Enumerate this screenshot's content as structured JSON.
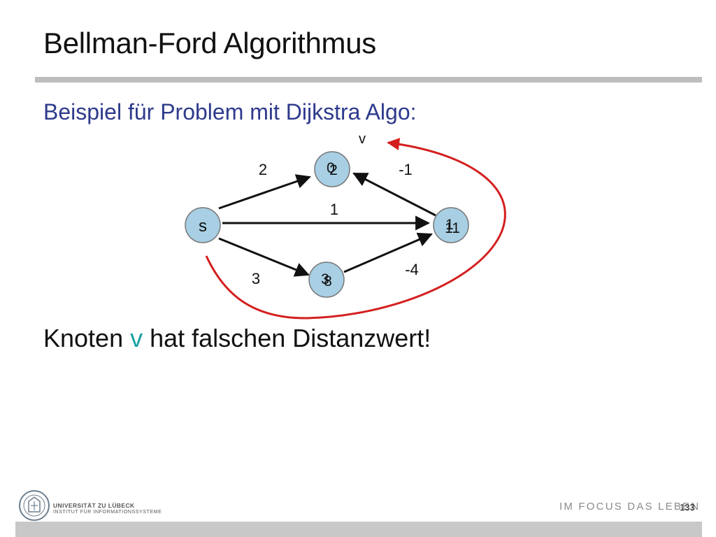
{
  "slide": {
    "title": "Bellman-Ford Algorithmus",
    "subtitle": "Beispiel für Problem mit Dijkstra Algo:",
    "statement_before": "Knoten ",
    "statement_accent": "v",
    "statement_after": " hat falschen Distanzwert!",
    "page_number": "133"
  },
  "footer": {
    "university": "UNIVERSITÄT ZU LÜBECK",
    "institute": "INSTITUT FÜR INFORMATIONSSYSTEME",
    "tagline": "IM FOCUS DAS LEBEN"
  },
  "graph": {
    "nodes": [
      {
        "id": "s",
        "label": "s",
        "values": []
      },
      {
        "id": "v",
        "label": "v",
        "values": [
          "0",
          "2"
        ]
      },
      {
        "id": "t",
        "label": "",
        "values": [
          "1",
          "11"
        ]
      },
      {
        "id": "u",
        "label": "",
        "values": [
          "3",
          "8"
        ]
      }
    ],
    "edges": [
      {
        "from": "s",
        "to": "v",
        "weight": "2"
      },
      {
        "from": "t",
        "to": "v",
        "weight": "-1"
      },
      {
        "from": "s",
        "to": "t",
        "weight": "1"
      },
      {
        "from": "s",
        "to": "u",
        "weight": "3"
      },
      {
        "from": "u",
        "to": "t",
        "weight": "-4"
      }
    ],
    "colors": {
      "node_fill": "#a8cfe4",
      "node_stroke": "#777777",
      "edge": "#111111",
      "highlight_arrow": "#d41f1f",
      "accent_text": "#1aa1a1"
    }
  }
}
